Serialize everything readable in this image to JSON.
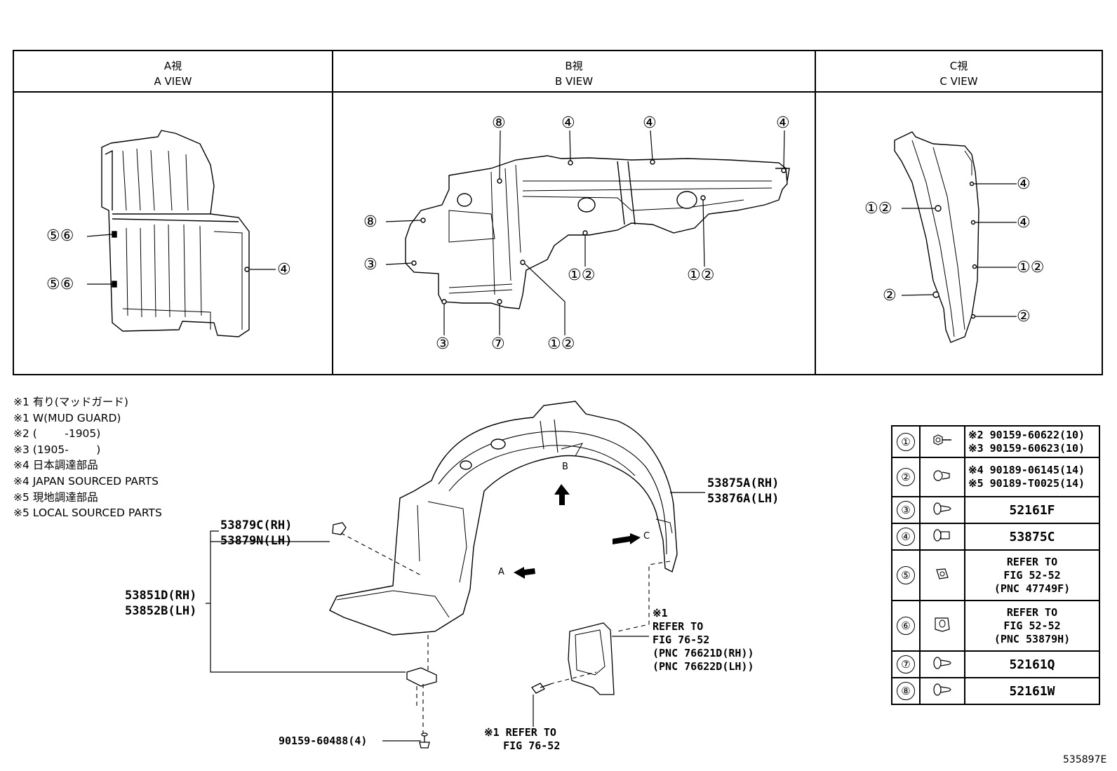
{
  "views": [
    {
      "jp": "A視",
      "en": "A VIEW"
    },
    {
      "jp": "B視",
      "en": "B VIEW"
    },
    {
      "jp": "C視",
      "en": "C VIEW"
    }
  ],
  "callouts": {
    "a_56_top": "⑤⑥",
    "a_56_bottom": "⑤⑥",
    "a_4": "④",
    "b_8_top": "⑧",
    "b_4_1": "④",
    "b_4_2": "④",
    "b_4_3": "④",
    "b_8_left": "⑧",
    "b_3_left": "③",
    "b_12_mid": "①②",
    "b_12_right": "①②",
    "b_3_bottom": "③",
    "b_7_bottom": "⑦",
    "b_12_bottom": "①②",
    "c_12_top": "①②",
    "c_2_left": "②",
    "c_4_top": "④",
    "c_4_mid": "④",
    "c_12_right": "①②",
    "c_2_right": "②"
  },
  "notes": [
    "※1 有り(マッドガード)",
    "※1 W(MUD GUARD)",
    "※2 (        -1905)",
    "※3 (1905-        )",
    "※4 日本調達部品",
    "※4 JAPAN SOURCED PARTS",
    "※5 現地調達部品",
    "※5 LOCAL SOURCED PARTS"
  ],
  "part_labels": {
    "liner_rh": "53875A(RH)",
    "liner_lh": "53876A(LH)",
    "clip_rh": "53879C(RH)",
    "clip_lh": "53879N(LH)",
    "shield_rh": "53851D(RH)",
    "shield_lh": "53852B(LH)",
    "screw": "90159-60488(4)",
    "mudguard_ref": "※1\nREFER TO\nFIG 76-52\n(PNC 76621D(RH))\n(PNC 76622D(LH))",
    "bolt_ref": "※1 REFER TO\n   FIG 76-52",
    "arrow_a": "A",
    "arrow_b": "B",
    "arrow_c": "C"
  },
  "parts_table": [
    {
      "num": "①",
      "icon": "screw-icon",
      "text": "※2 90159-60622(10)\n※3 90159-60623(10)"
    },
    {
      "num": "②",
      "icon": "clip-icon",
      "text": "※4 90189-06145(14)\n※5 90189-T0025(14)"
    },
    {
      "num": "③",
      "icon": "push-rivet-icon",
      "text": "52161F"
    },
    {
      "num": "④",
      "icon": "grommet-icon",
      "text": "53875C"
    },
    {
      "num": "⑤",
      "icon": "nut-icon",
      "text": "REFER TO\nFIG 52-52\n(PNC 47749F)"
    },
    {
      "num": "⑥",
      "icon": "retainer-icon",
      "text": "REFER TO\nFIG 52-52\n(PNC 53879H)"
    },
    {
      "num": "⑦",
      "icon": "push-rivet-icon",
      "text": "52161Q"
    },
    {
      "num": "⑧",
      "icon": "push-rivet-icon",
      "text": "52161W"
    }
  ],
  "figure_code": "535897E"
}
